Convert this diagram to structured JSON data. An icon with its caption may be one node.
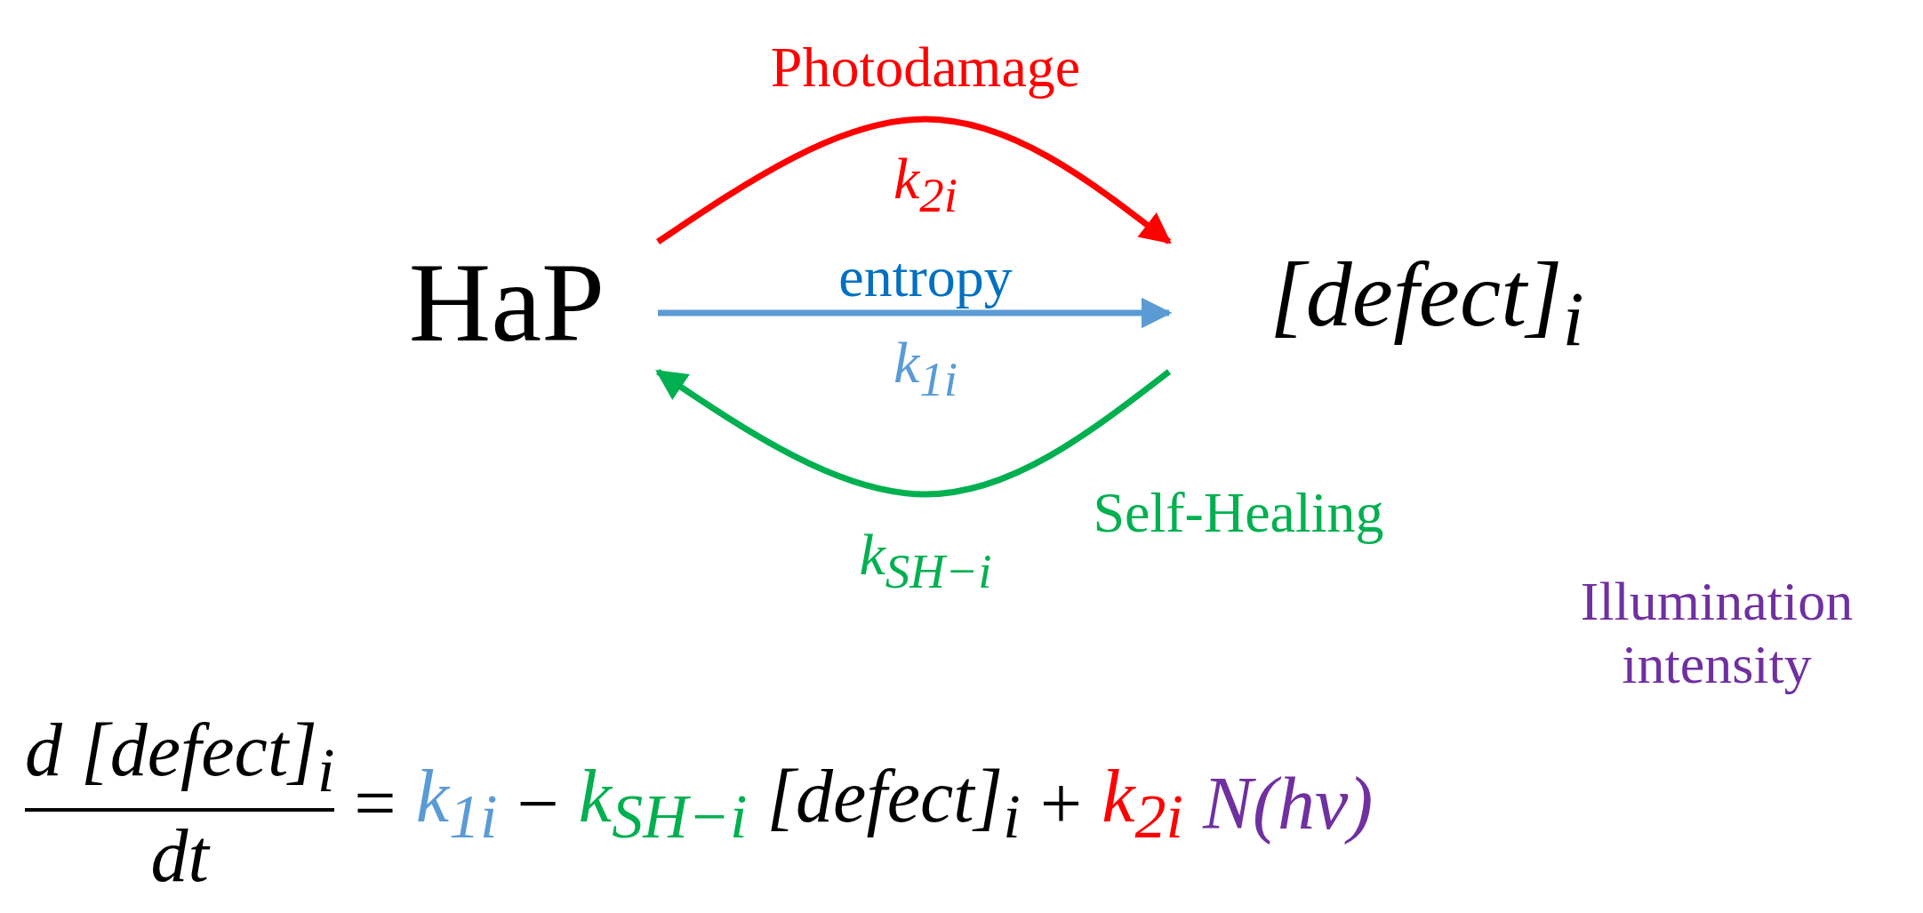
{
  "diagram": {
    "nodes": [
      {
        "text": [
          "HaP"
        ]
      },
      {
        "text": [
          "[defect]$_{i}$"
        ]
      }
    ],
    "edges": [
      {
        "from": 0,
        "to": 1,
        "arrow": "to",
        "label": "Photodamage",
        "color": "#ff0000"
      },
      {
        "from": 0,
        "to": 1,
        "arrow": "to",
        "label": "entropy",
        "color": "#5b9bd5"
      },
      {
        "from": 1,
        "to": 0,
        "arrow": "to",
        "label": "Self-Healing",
        "color": "#00b050"
      }
    ],
    "labels": [
      "k$_{2i}$",
      "k$_{1i}$",
      "k$_{SH−i}$",
      "Illumination intensity",
      "d [defect]$_{i}$",
      "dt",
      "=",
      "k$_{1i}$",
      "−",
      "k$_{SH−i}$",
      "[defect]$_{i}$",
      "+",
      "k$_{2i}$",
      "N(hν)"
    ]
  }
}
